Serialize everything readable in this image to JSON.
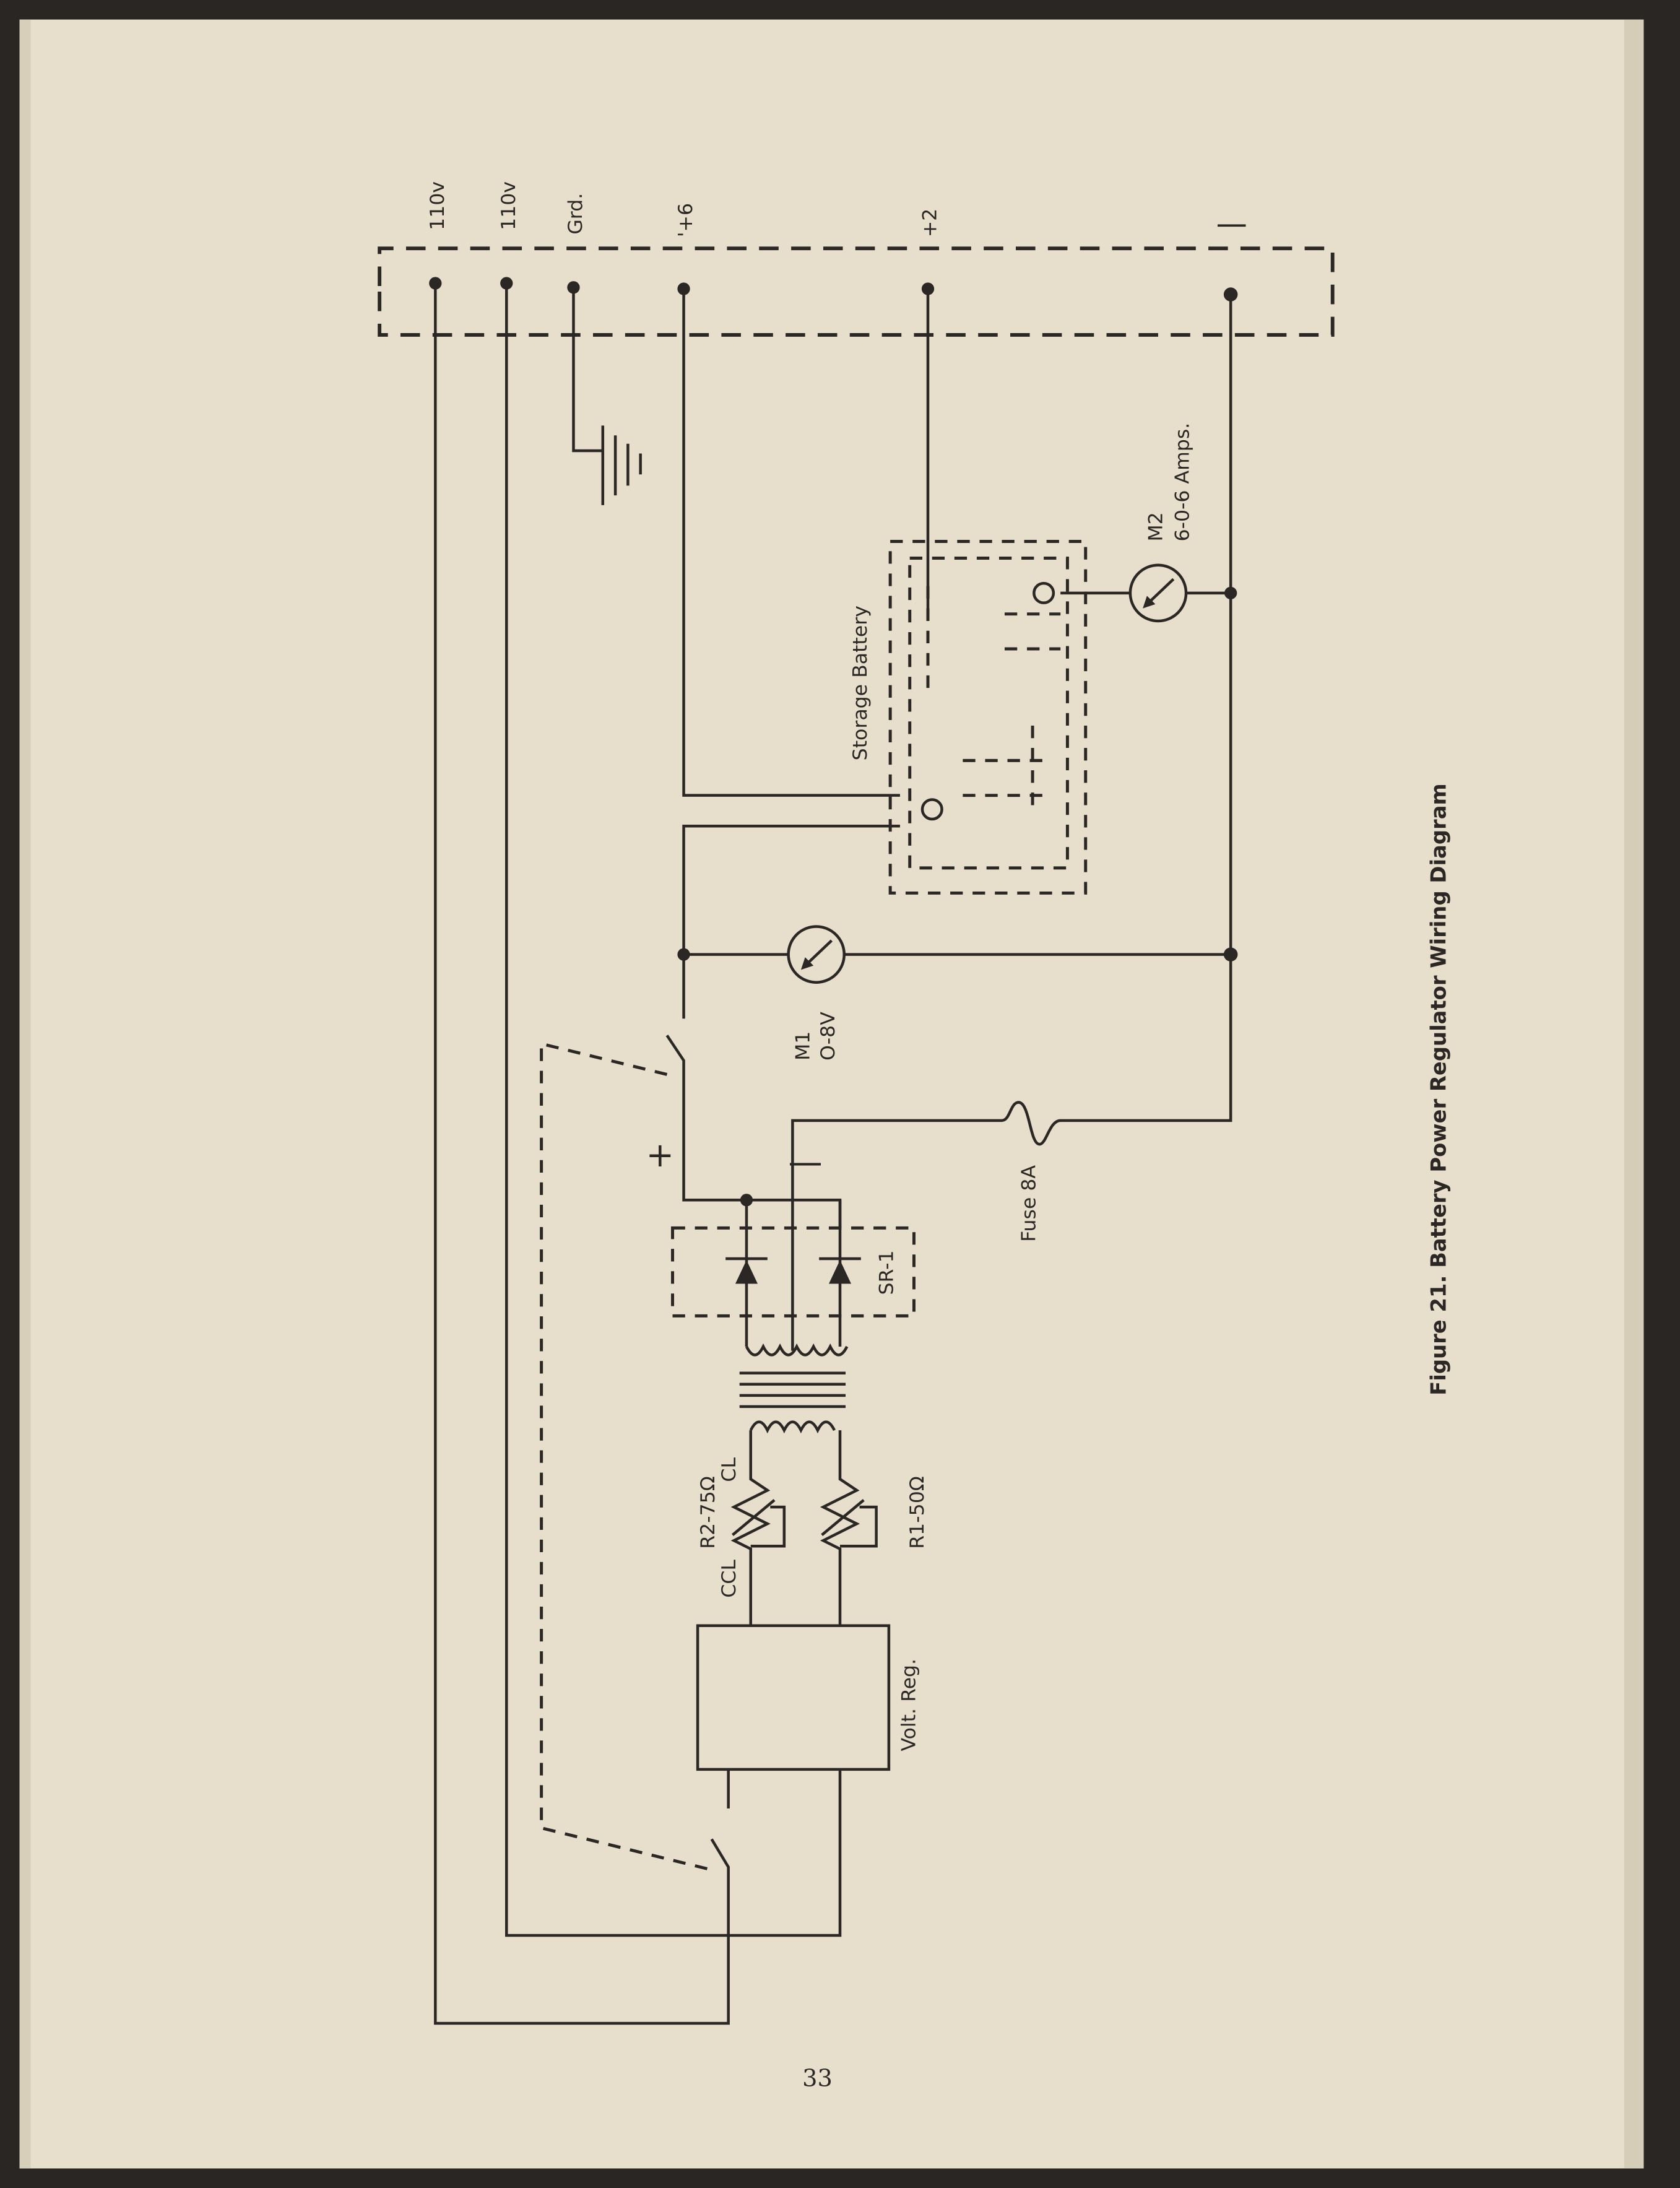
{
  "terminals": {
    "t1": "110v",
    "t2": "110v",
    "t3": "Grd.",
    "t4": "'+6",
    "t5": "+2",
    "t6": "|"
  },
  "components": {
    "storage_battery": "Storage Battery",
    "m2_name": "M2",
    "m2_range": "6-0-6 Amps.",
    "m1_name": "M1",
    "m1_range": "O-8V",
    "plus": "+",
    "minus": "|",
    "fuse": "Fuse 8A",
    "rectifier": "SR-1",
    "r2": "R2-75Ω",
    "cl": "CL",
    "ccl": "CCL",
    "r1": "R1-50Ω",
    "volt_reg": "Volt. Reg."
  },
  "caption": "Figure 21. Battery Power Regulator Wiring Diagram",
  "page_number": "33"
}
